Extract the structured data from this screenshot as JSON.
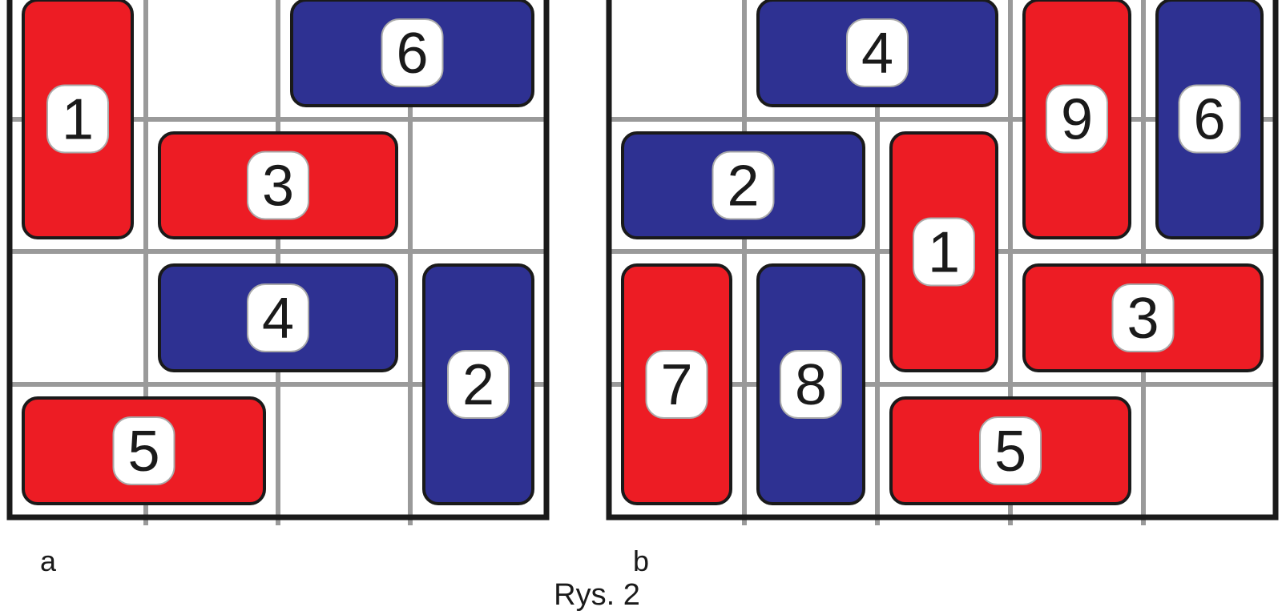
{
  "caption": "Rys. 2",
  "colors": {
    "red": "#ed1c24",
    "blue": "#2e3192",
    "grid": "#9a9a9a",
    "border": "#1a1a1a"
  },
  "puzzles": [
    {
      "label": "a",
      "cols": 4,
      "rows": 4,
      "blocks": [
        {
          "n": "1",
          "color": "red",
          "col": 0,
          "row": 0,
          "w": 1,
          "h": 2
        },
        {
          "n": "6",
          "color": "blue",
          "col": 2,
          "row": 0,
          "w": 2,
          "h": 1
        },
        {
          "n": "3",
          "color": "red",
          "col": 1,
          "row": 1,
          "w": 2,
          "h": 1
        },
        {
          "n": "4",
          "color": "blue",
          "col": 1,
          "row": 2,
          "w": 2,
          "h": 1
        },
        {
          "n": "2",
          "color": "blue",
          "col": 3,
          "row": 2,
          "w": 1,
          "h": 2
        },
        {
          "n": "5",
          "color": "red",
          "col": 0,
          "row": 3,
          "w": 2,
          "h": 1
        }
      ]
    },
    {
      "label": "b",
      "cols": 5,
      "rows": 4,
      "blocks": [
        {
          "n": "4",
          "color": "blue",
          "col": 1,
          "row": 0,
          "w": 2,
          "h": 1
        },
        {
          "n": "9",
          "color": "red",
          "col": 3,
          "row": 0,
          "w": 1,
          "h": 2
        },
        {
          "n": "6",
          "color": "blue",
          "col": 4,
          "row": 0,
          "w": 1,
          "h": 2
        },
        {
          "n": "2",
          "color": "blue",
          "col": 0,
          "row": 1,
          "w": 2,
          "h": 1
        },
        {
          "n": "1",
          "color": "red",
          "col": 2,
          "row": 1,
          "w": 1,
          "h": 2
        },
        {
          "n": "7",
          "color": "red",
          "col": 0,
          "row": 2,
          "w": 1,
          "h": 2
        },
        {
          "n": "8",
          "color": "blue",
          "col": 1,
          "row": 2,
          "w": 1,
          "h": 2
        },
        {
          "n": "3",
          "color": "red",
          "col": 3,
          "row": 2,
          "w": 2,
          "h": 1
        },
        {
          "n": "5",
          "color": "red",
          "col": 2,
          "row": 3,
          "w": 2,
          "h": 1
        }
      ]
    }
  ]
}
